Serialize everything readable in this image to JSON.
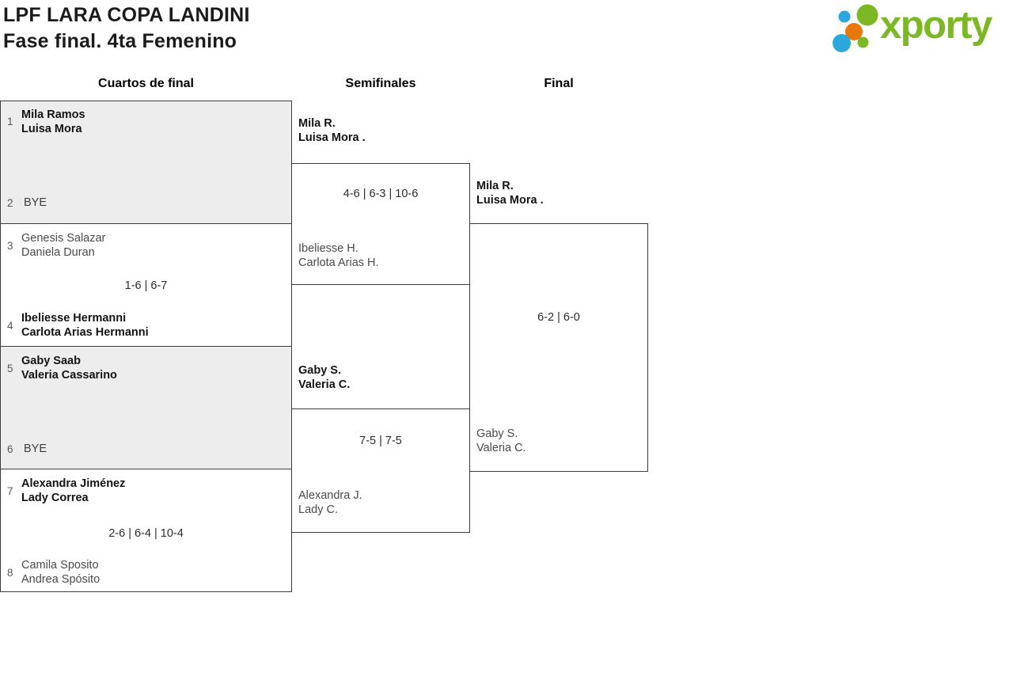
{
  "header": {
    "title_line1": "LPF LARA COPA LANDINI",
    "title_line2": "Fase final. 4ta Femenino"
  },
  "logo": {
    "text": "xporty"
  },
  "columns": {
    "quarterfinals": "Cuartos de final",
    "semifinals": "Semifinales",
    "final": "Final"
  },
  "colors": {
    "brand_green": "#7cb823",
    "brand_blue": "#2ba7de",
    "brand_orange": "#e8770e",
    "bye_match_bg": "#ededed",
    "line": "#3c3c3c"
  },
  "quarterfinals": [
    {
      "top": {
        "seed": "1",
        "p1": "Mila Ramos",
        "p2": "Luisa Mora"
      },
      "bottom": {
        "seed": "2",
        "bye": "BYE"
      },
      "score": ""
    },
    {
      "top": {
        "seed": "3",
        "p1": "Genesis Salazar",
        "p2": "Daniela Duran"
      },
      "bottom": {
        "seed": "4",
        "p1": "Ibeliesse Hermanni",
        "p2": "Carlota Arias Hermanni"
      },
      "score": "1-6 | 6-7"
    },
    {
      "top": {
        "seed": "5",
        "p1": "Gaby Saab",
        "p2": "Valeria Cassarino"
      },
      "bottom": {
        "seed": "6",
        "bye": "BYE"
      },
      "score": ""
    },
    {
      "top": {
        "seed": "7",
        "p1": "Alexandra Jiménez",
        "p2": "Lady Correa"
      },
      "bottom": {
        "seed": "8",
        "p1": "Camila Sposito",
        "p2": "Andrea Spósito"
      },
      "score": "2-6 | 6-4 | 10-4"
    }
  ],
  "semifinals": [
    {
      "top": {
        "p1": "Mila R.",
        "p2": "Luisa Mora ."
      },
      "bottom": {
        "p1": "Ibeliesse H.",
        "p2": "Carlota Arias H."
      },
      "score": "4-6 | 6-3 | 10-6"
    },
    {
      "top": {
        "p1": "Gaby S.",
        "p2": "Valeria C."
      },
      "bottom": {
        "p1": "Alexandra J.",
        "p2": "Lady C."
      },
      "score": "7-5 | 7-5"
    }
  ],
  "final": {
    "top": {
      "p1": "Mila R.",
      "p2": "Luisa Mora ."
    },
    "bottom": {
      "p1": "Gaby S.",
      "p2": "Valeria C."
    },
    "score": "6-2 | 6-0"
  }
}
